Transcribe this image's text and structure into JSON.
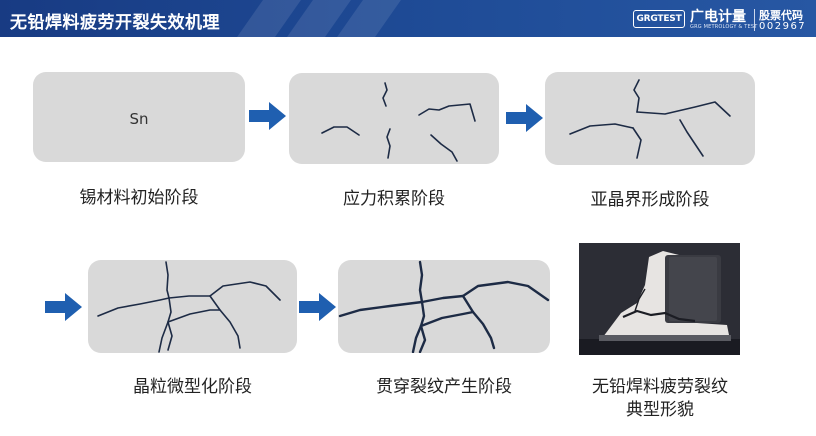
{
  "header": {
    "title": "无铅焊料疲劳开裂失效机理",
    "logo_text": "GRGTEST",
    "brand_cn": "广电计量",
    "brand_en": "GRG METROLOGY & TEST",
    "stock_label": "股票代码",
    "stock_code": "002967"
  },
  "stages": [
    {
      "caption": "锡材料初始阶段",
      "inner_label": "Sn"
    },
    {
      "caption": "应力积累阶段"
    },
    {
      "caption": "亚晶界形成阶段"
    },
    {
      "caption": "晶粒微型化阶段"
    },
    {
      "caption": "贯穿裂纹产生阶段"
    }
  ],
  "photo": {
    "caption_line1": "无铅焊料疲劳裂纹",
    "caption_line2": "典型形貌"
  },
  "colors": {
    "header_bg": "#1f4c97",
    "arrow": "#1f5fb0",
    "stage_bg": "#d9d9d9",
    "crack": "#1d2b45"
  }
}
